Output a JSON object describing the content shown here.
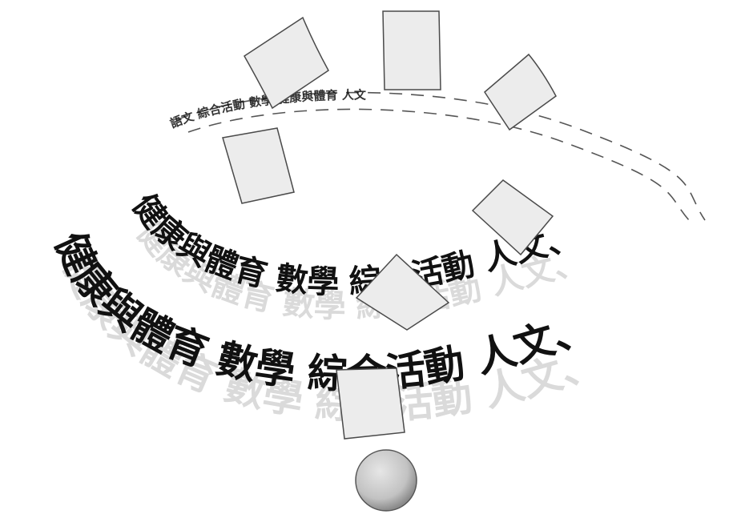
{
  "outer_ring_text": "健康與體育  數學  綜合活動  人文、",
  "inner_ring_text": "健康與體育  數學  綜合活動  人文、",
  "far_ring_text": "語文 綜合活動 數學 健康與體育 人文",
  "colors": {
    "text": "#111111",
    "text_shadow": "#bdbdbd",
    "tile_fill": "#ececec",
    "tile_stroke": "#4a4a4a",
    "sphere": "#c9c9c9"
  },
  "icons": [
    "tile-icon",
    "sphere-icon"
  ]
}
